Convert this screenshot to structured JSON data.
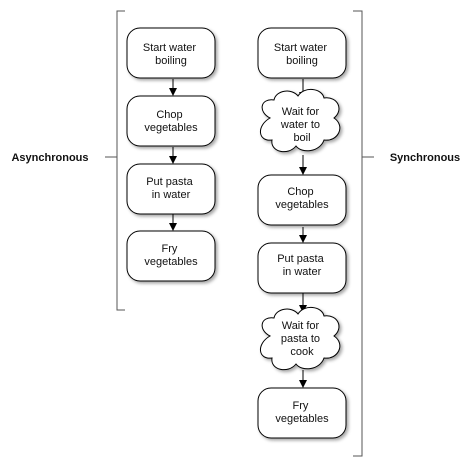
{
  "labels": {
    "left": "Asynchronous",
    "right": "Synchronous"
  },
  "async_steps": [
    [
      "Start water",
      "boiling"
    ],
    [
      "Chop",
      "vegetables"
    ],
    [
      "Put pasta",
      "in water"
    ],
    [
      "Fry",
      "vegetables"
    ]
  ],
  "sync_steps": [
    [
      "Start water",
      "boiling"
    ],
    [
      "Wait for",
      "water to",
      "boil"
    ],
    [
      "Chop",
      "vegetables"
    ],
    [
      "Put pasta",
      "in water"
    ],
    [
      "Wait for",
      "pasta to",
      "cook"
    ],
    [
      "Fry",
      "vegetables"
    ]
  ],
  "colors": {
    "stroke": "#000000",
    "fill": "#ffffff",
    "bracket": "#555555"
  }
}
